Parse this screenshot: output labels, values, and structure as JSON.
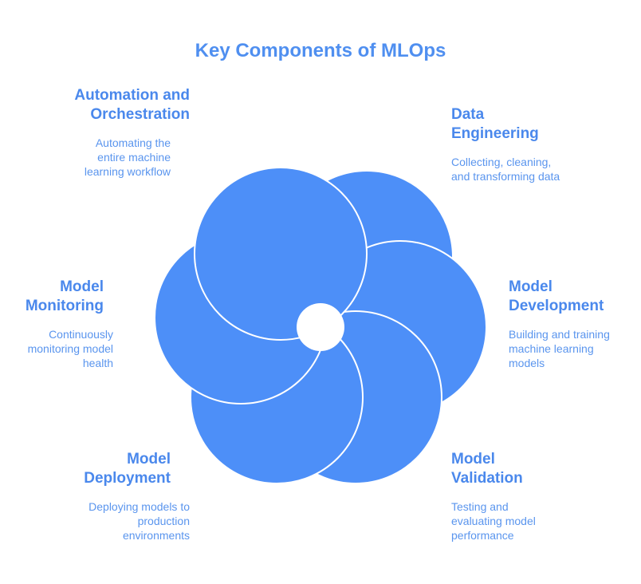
{
  "title": "Key Components of MLOps",
  "colors": {
    "accent": "#4d8ff8",
    "text": "#4a88ec",
    "petal_outline": "#ffffff"
  },
  "components": [
    {
      "id": "automation",
      "title": "Automation and Orchestration",
      "description": "Automating the entire machine learning workflow"
    },
    {
      "id": "data-engineering",
      "title": "Data Engineering",
      "description": "Collecting, cleaning, and transforming data"
    },
    {
      "id": "model-monitoring",
      "title": "Model Monitoring",
      "description": "Continuously monitoring model health"
    },
    {
      "id": "model-development",
      "title": "Model Development",
      "description": "Building and training machine learning models"
    },
    {
      "id": "model-deployment",
      "title": "Model Deployment",
      "description": "Deploying models to production environments"
    },
    {
      "id": "model-validation",
      "title": "Model Validation",
      "description": "Testing and evaluating model performance"
    }
  ]
}
